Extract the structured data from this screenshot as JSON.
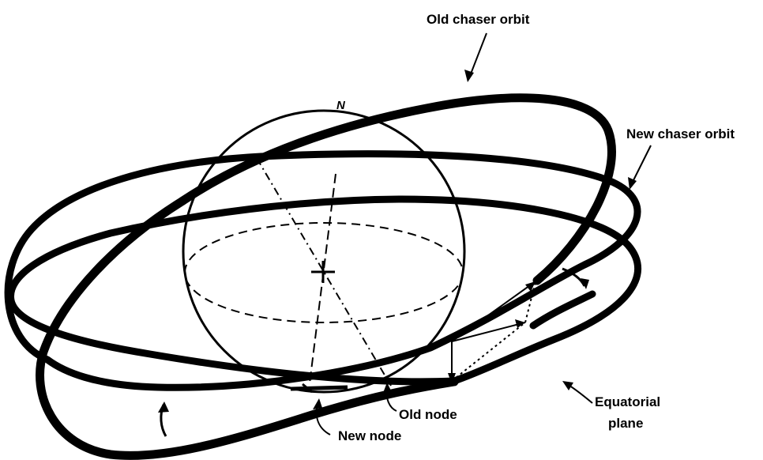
{
  "labels": {
    "north": "N",
    "old_orbit": "Old chaser orbit",
    "new_orbit": "New chaser orbit",
    "equatorial_line1": "Equatorial",
    "equatorial_line2": "plane",
    "old_node": "Old node",
    "new_node": "New node"
  },
  "colors": {
    "ink": "#000000",
    "background": "#ffffff"
  }
}
